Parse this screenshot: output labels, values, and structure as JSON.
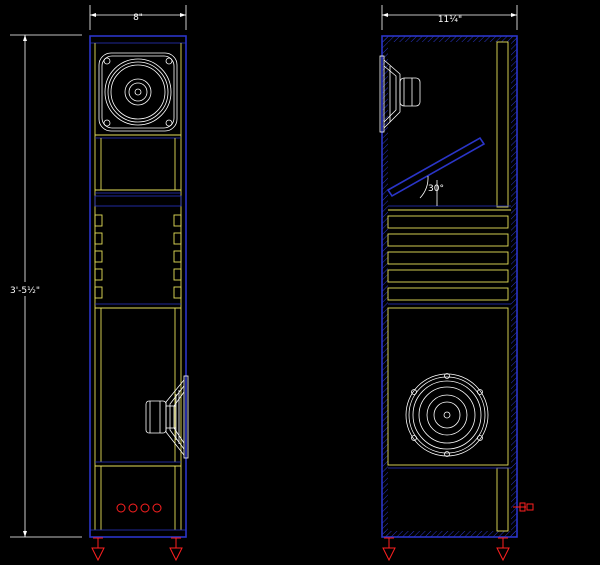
{
  "dimensions": {
    "front_width": "8\"",
    "side_depth": "11¼\"",
    "height": "3'-5½\"",
    "baffle_angle": "30°"
  },
  "colors": {
    "background": "#000000",
    "cabinet_outline": "#2a35c8",
    "inner_panels": "#e6e05a",
    "drivers_and_dimensions": "#ffffff",
    "terminals_and_feet": "#ff2020"
  },
  "views": [
    "front-elevation",
    "side-section"
  ]
}
